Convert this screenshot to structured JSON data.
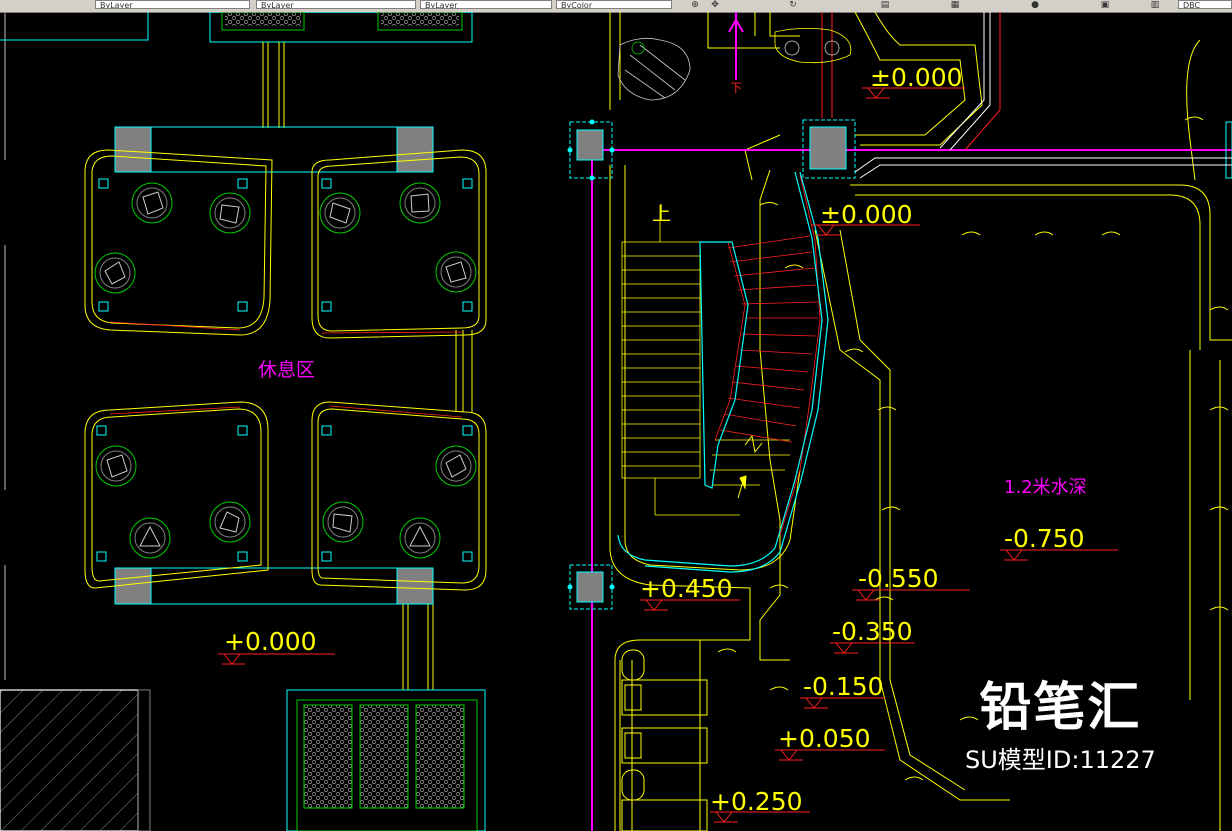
{
  "toolbar": {
    "layer_fields": [
      "ByLayer",
      "ByLayer",
      "ByLayer",
      "ByColor"
    ],
    "icons": [
      "zoom-icon",
      "pan-icon",
      "orbit-icon",
      "properties-icon",
      "matchprop-icon",
      "sheetset-icon",
      "markup-icon",
      "calculator-icon"
    ],
    "right_field": "DBC"
  },
  "drawing": {
    "labels": {
      "rest_area": "休息区",
      "up_left": "上",
      "down_top": "下",
      "depth_note": "1.2米水深"
    },
    "elevations": [
      {
        "key": "elev_top_right",
        "text": "±0.000"
      },
      {
        "key": "elev_stair_top",
        "text": "±0.000"
      },
      {
        "key": "elev_left",
        "text": "+0.000"
      },
      {
        "key": "elev_0450",
        "text": "+0.450"
      },
      {
        "key": "elev_m0550",
        "text": "-0.550"
      },
      {
        "key": "elev_m0350",
        "text": "-0.350"
      },
      {
        "key": "elev_m0150",
        "text": "-0.150"
      },
      {
        "key": "elev_0050",
        "text": "+0.050"
      },
      {
        "key": "elev_0250",
        "text": "+0.250"
      },
      {
        "key": "elev_m0750",
        "text": "-0.750"
      }
    ],
    "colors": {
      "background": "#000000",
      "yellow": "#ffff00",
      "magenta": "#ff00ff",
      "cyan": "#00ffff",
      "red": "#ff2020",
      "green": "#00cc00",
      "grey": "#808080",
      "white": "#ffffff"
    }
  },
  "watermark": {
    "brand": "铅笔汇",
    "model_id": "SU模型ID:11227"
  }
}
